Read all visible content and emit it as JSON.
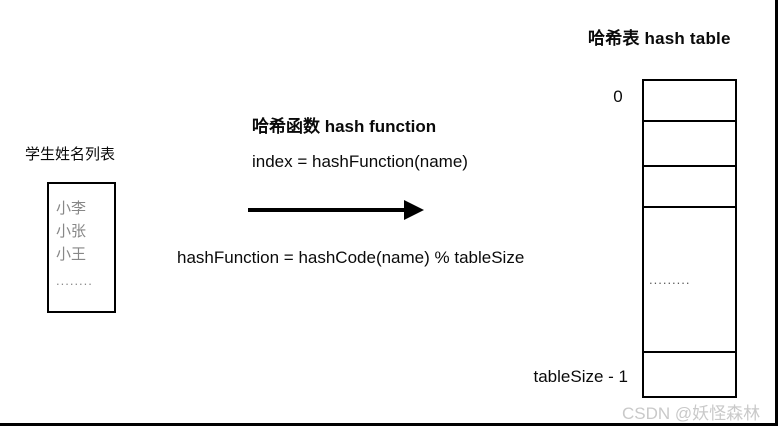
{
  "student_list": {
    "label": "学生姓名列表",
    "names": [
      "小李",
      "小张",
      "小王"
    ],
    "ellipsis": "........"
  },
  "hash_function": {
    "title": "哈希函数 hash function",
    "index_formula": "index = hashFunction(name)",
    "definition_formula": "hashFunction = hashCode(name) % tableSize"
  },
  "hash_table": {
    "title": "哈希表 hash table",
    "first_index_label": "0",
    "last_index_label": "tableSize - 1",
    "ellipsis_cell_text": ".........",
    "row_count": 5
  },
  "watermark": "CSDN @妖怪森林",
  "icons": {
    "arrow_right": "arrow-right-icon"
  },
  "colors": {
    "line_and_text": "#000000",
    "muted_names": "#878787",
    "watermark_gray": "#c9c9c9",
    "background": "#ffffff"
  }
}
